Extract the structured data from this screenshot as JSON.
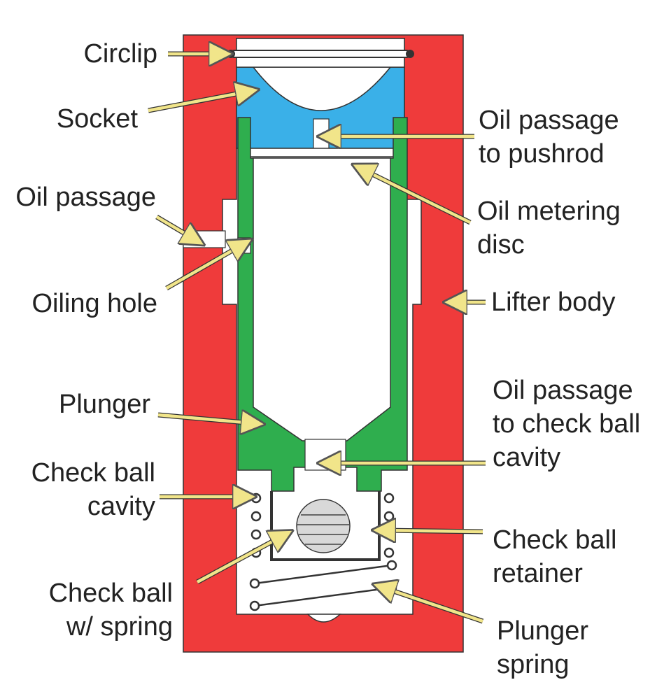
{
  "colors": {
    "lifter_body": "#ef3b3b",
    "socket": "#3ab0e8",
    "plunger": "#2fae4e",
    "arrow": "#f1e58a",
    "outline": "#333333"
  },
  "icons": {
    "arrow": "arrow-icon",
    "ball": "check-ball-icon",
    "spring": "spring-coil-icon"
  },
  "labels": {
    "circlip": "Circlip",
    "socket": "Socket",
    "oil_passage": "Oil passage",
    "oiling_hole": "Oiling hole",
    "plunger": "Plunger",
    "check_ball_cavity": [
      "Check ball",
      "cavity"
    ],
    "check_ball_spring": [
      "Check ball",
      "w/ spring"
    ],
    "oil_passage_pushrod": [
      "Oil passage",
      "to pushrod"
    ],
    "oil_metering_disc": [
      "Oil metering",
      "disc"
    ],
    "lifter_body": "Lifter body",
    "oil_passage_check_ball": [
      "Oil passage",
      "to check ball",
      "cavity"
    ],
    "check_ball_retainer": [
      "Check ball",
      "retainer"
    ],
    "plunger_spring": [
      "Plunger",
      "spring"
    ]
  }
}
